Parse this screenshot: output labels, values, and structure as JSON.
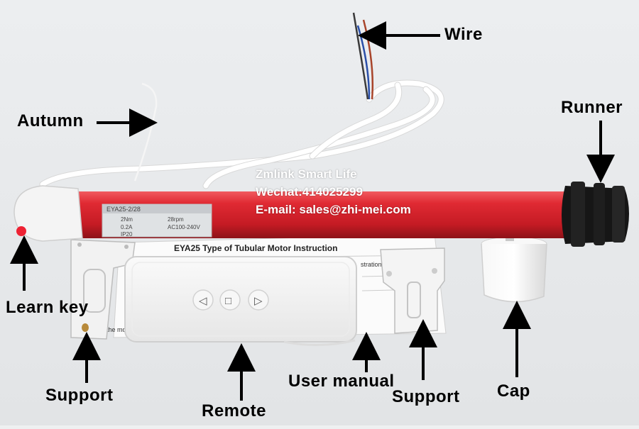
{
  "labels": {
    "wire": "Wire",
    "autumn": "Autumn",
    "runner": "Runner",
    "learn_key": "Learn key",
    "support_left": "Support",
    "remote": "Remote",
    "user_manual": "User manual",
    "support_right": "Support",
    "cap": "Cap"
  },
  "watermark": {
    "company": "Zmlink Smart Life",
    "wechat": "Wechat:414025299",
    "email": "E-mail: sales@zhi-mei.com"
  },
  "motor_sticker": {
    "model": "EYA25-2/28",
    "torque": "2Nm",
    "speed": "28rpm",
    "current": "0.2A",
    "voltage": "AC100-240V",
    "ip": "IP20"
  },
  "manual": {
    "title": "EYA25 Type of Tubular Motor Instruction",
    "fragment_left": "the mo",
    "fragment_right": "stration"
  },
  "remote": {
    "buttons": [
      "◁",
      "□",
      "▷"
    ]
  },
  "colors": {
    "background": "#eef0f1",
    "motor_tube": "#d41f2a",
    "label_text": "#000000",
    "watermark_text": "#ffffff"
  }
}
